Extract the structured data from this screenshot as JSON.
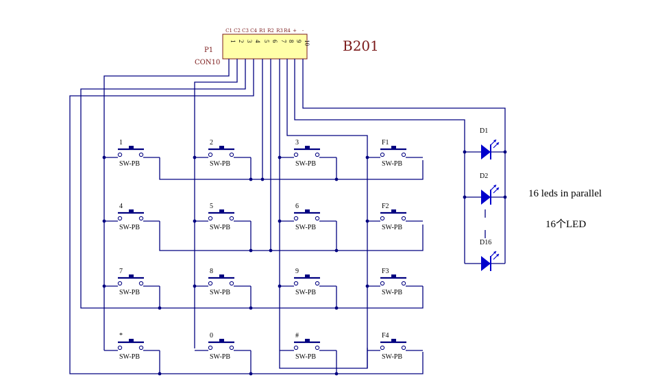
{
  "connector": {
    "ref": "P1",
    "part": "CON10",
    "title": "B201",
    "pin_labels": [
      "C1",
      "C2",
      "C3",
      "C4",
      "R1",
      "R2",
      "R3",
      "R4",
      "+",
      "-"
    ],
    "pin_numbers": [
      "1",
      "2",
      "3",
      "4",
      "5",
      "6",
      "7",
      "8",
      "9",
      "10"
    ]
  },
  "switch_type": "SW-PB",
  "keys": [
    [
      "1",
      "2",
      "3",
      "F1"
    ],
    [
      "4",
      "5",
      "6",
      "F2"
    ],
    [
      "7",
      "8",
      "9",
      "F3"
    ],
    [
      "*",
      "0",
      "#",
      "F4"
    ]
  ],
  "leds": {
    "labels": [
      "D1",
      "D2",
      "D16"
    ],
    "note_en": "16 leds in parallel",
    "note_cn": "16个LED"
  },
  "colors": {
    "wire": "#000080",
    "body_fill": "#ffffa8",
    "body_stroke": "#7a1818",
    "label": "#7a1818",
    "led": "#0000cc",
    "junction": "#000080"
  }
}
